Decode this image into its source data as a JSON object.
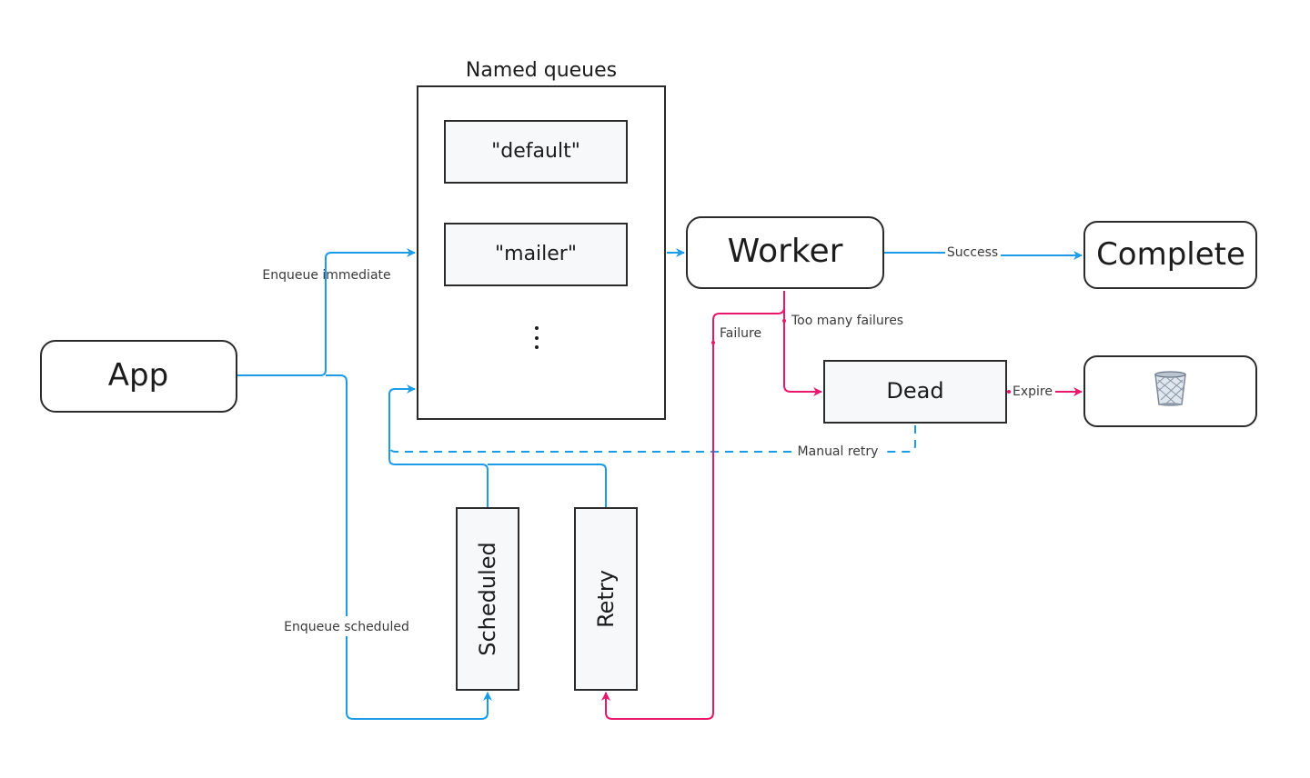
{
  "colors": {
    "blue": "#1b9be8",
    "pink": "#e8176b",
    "box_stroke": "#2b2b2b",
    "box_fill_light": "#f7f8fa",
    "label": "#3a3a3a"
  },
  "nodes": {
    "app": "App",
    "named_queues_title": "Named queues",
    "queue_default": "\"default\"",
    "queue_mailer": "\"mailer\"",
    "queue_more": "⋮",
    "worker": "Worker",
    "complete": "Complete",
    "dead": "Dead",
    "trash_icon": "trash-bin",
    "scheduled": "Scheduled",
    "retry": "Retry"
  },
  "edges": {
    "enqueue_immediate": "Enqueue immediate",
    "enqueue_scheduled": "Enqueue scheduled",
    "success": "Success",
    "failure": "Failure",
    "too_many_failures": "Too many failures",
    "expire": "Expire",
    "manual_retry": "Manual retry"
  }
}
